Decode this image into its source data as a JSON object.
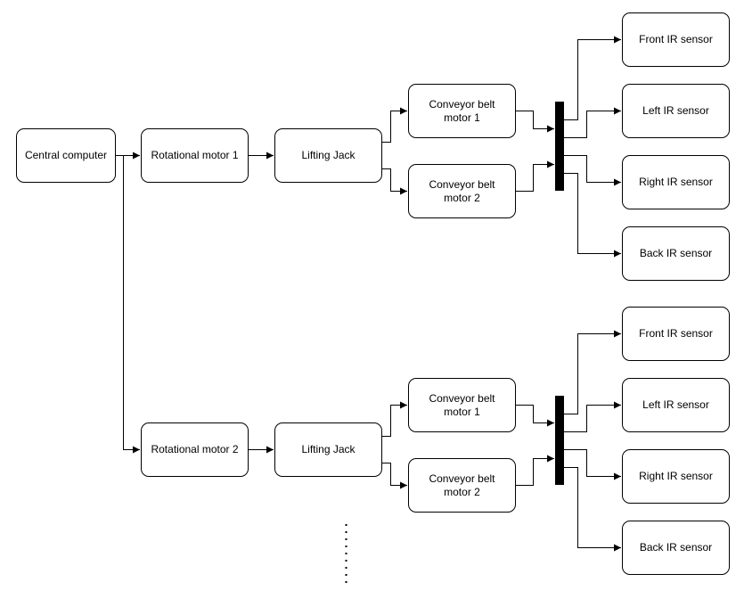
{
  "diagram": {
    "central_computer": "Central computer",
    "branches": [
      {
        "rotational_motor": "Rotational motor 1",
        "lifting_jack": "Lifting Jack",
        "conveyor_1": [
          "Conveyor belt",
          "motor 1"
        ],
        "conveyor_2": [
          "Conveyor belt",
          "motor 2"
        ],
        "sensors": [
          "Front IR sensor",
          "Left IR sensor",
          "Right IR sensor",
          "Back IR sensor"
        ]
      },
      {
        "rotational_motor": "Rotational motor 2",
        "lifting_jack": "Lifting Jack",
        "conveyor_1": [
          "Conveyor belt",
          "motor 1"
        ],
        "conveyor_2": [
          "Conveyor belt",
          "motor 2"
        ],
        "sensors": [
          "Front IR sensor",
          "Left IR sensor",
          "Right IR sensor",
          "Back IR sensor"
        ]
      }
    ],
    "colors": {
      "line": "#000000",
      "node_fill": "#ffffff",
      "bus_bar": "#000000"
    }
  }
}
